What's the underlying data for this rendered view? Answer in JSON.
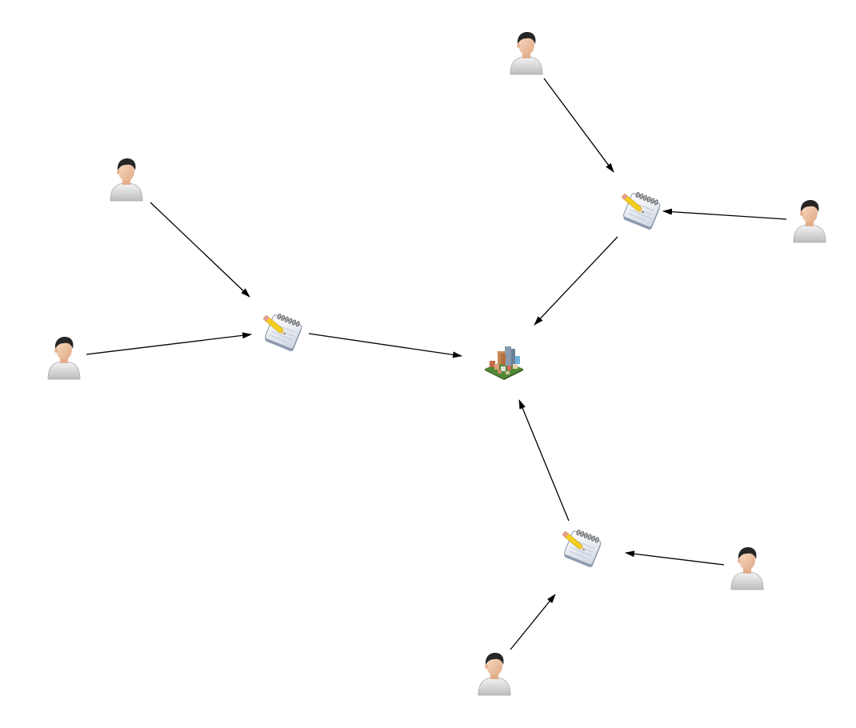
{
  "diagram": {
    "type": "network",
    "node_types": {
      "person": {
        "icon": "user-icon",
        "skin": "#f2c9a6",
        "hair": "#2b2b2b",
        "shirt": "#d9d9d9"
      },
      "notepad": {
        "icon": "notepad-pencil-icon",
        "paper": "#eef1f6",
        "rings": "#7a7a7a",
        "pencil": "#f5d21c"
      },
      "city": {
        "icon": "city-buildings-icon",
        "ground": "#5a8a3a"
      }
    },
    "nodes": [
      {
        "id": "person-top-left",
        "type": "person"
      },
      {
        "id": "person-mid-left",
        "type": "person"
      },
      {
        "id": "person-top",
        "type": "person"
      },
      {
        "id": "person-right",
        "type": "person"
      },
      {
        "id": "person-lower-right",
        "type": "person"
      },
      {
        "id": "person-bottom",
        "type": "person"
      },
      {
        "id": "notepad-left",
        "type": "notepad"
      },
      {
        "id": "notepad-top-right",
        "type": "notepad"
      },
      {
        "id": "notepad-bottom-right",
        "type": "notepad"
      },
      {
        "id": "city-center",
        "type": "city"
      }
    ],
    "edges": [
      {
        "from": "person-top-left",
        "to": "notepad-left"
      },
      {
        "from": "person-mid-left",
        "to": "notepad-left"
      },
      {
        "from": "notepad-left",
        "to": "city-center"
      },
      {
        "from": "person-top",
        "to": "notepad-top-right"
      },
      {
        "from": "person-right",
        "to": "notepad-top-right"
      },
      {
        "from": "notepad-top-right",
        "to": "city-center"
      },
      {
        "from": "person-lower-right",
        "to": "notepad-bottom-right"
      },
      {
        "from": "person-bottom",
        "to": "notepad-bottom-right"
      },
      {
        "from": "notepad-bottom-right",
        "to": "city-center"
      }
    ],
    "edge_color": "#000000"
  }
}
